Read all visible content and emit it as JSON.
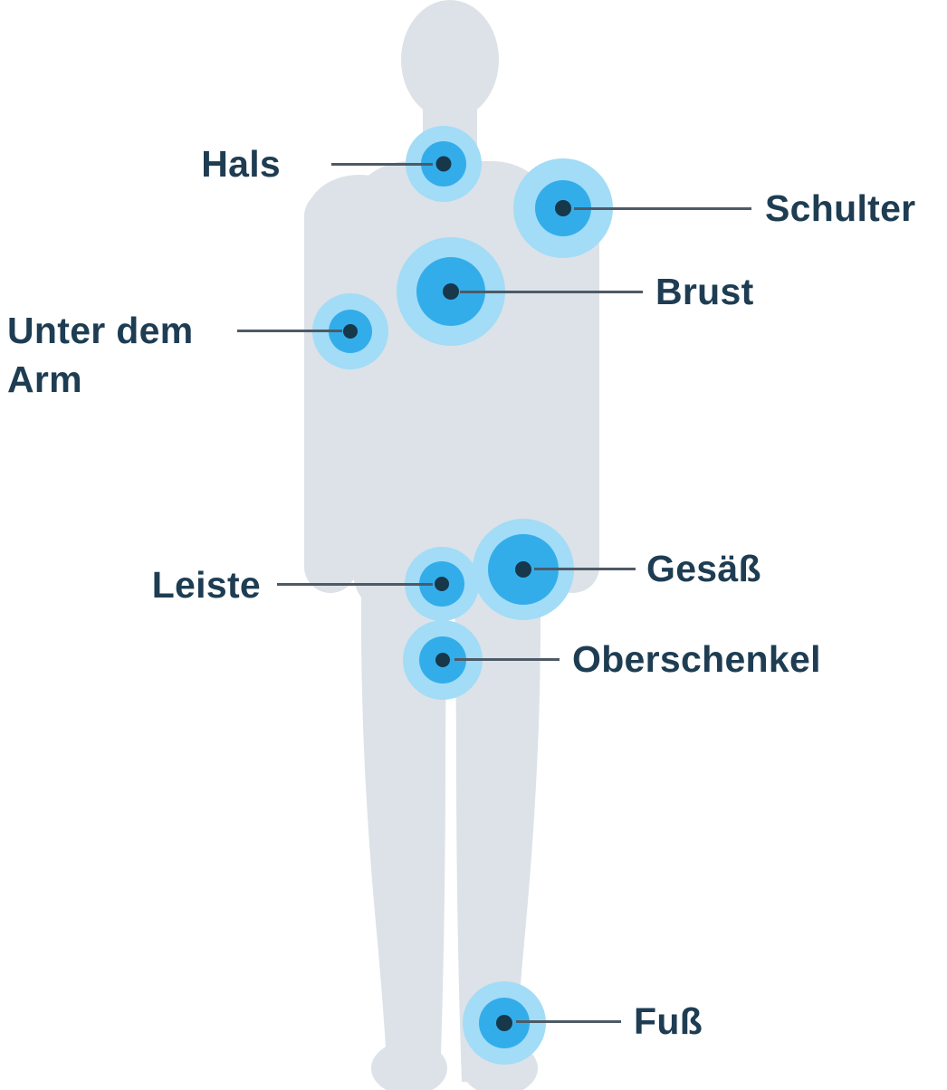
{
  "figure": {
    "description": "Human body silhouette diagram with highlighted body areas",
    "body_color": "#dce2e8"
  },
  "colors": {
    "hotspot_outer": "#a2dcf7",
    "hotspot_mid": "#33adea",
    "hotspot_dot": "#17374a",
    "label_text": "#1e3d53",
    "connector_line": "#4d5a66"
  },
  "markers": [
    {
      "id": "hals",
      "label": "Hals",
      "side": "left"
    },
    {
      "id": "schulter",
      "label": "Schulter",
      "side": "right"
    },
    {
      "id": "brust",
      "label": "Brust",
      "side": "right"
    },
    {
      "id": "unter-dem-arm",
      "label": "Unter dem Arm",
      "side": "left"
    },
    {
      "id": "leiste",
      "label": "Leiste",
      "side": "left"
    },
    {
      "id": "gesaess",
      "label": "Gesäß",
      "side": "right"
    },
    {
      "id": "oberschenkel",
      "label": "Oberschenkel",
      "side": "right"
    },
    {
      "id": "fuss",
      "label": "Fuß",
      "side": "right"
    }
  ]
}
